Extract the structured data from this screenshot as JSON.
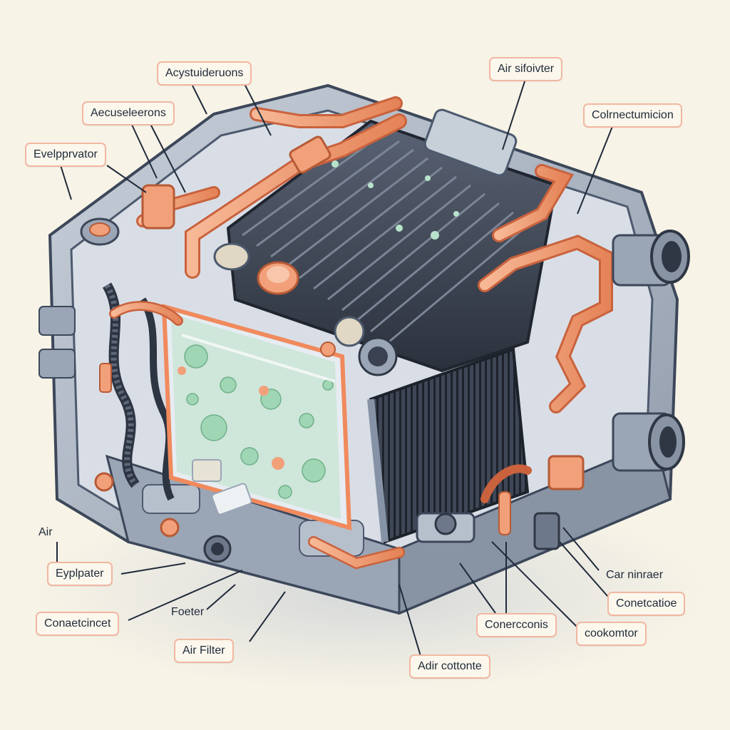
{
  "labels": {
    "top_left_1": "Acystuideruons",
    "top_left_2": "Aecuseleerons",
    "left_upper": "Evelpprvator",
    "top_right_1": "Air sifoivter",
    "right_upper": "Colrnectumicion",
    "left_lower_1": "Air",
    "left_lower_2": "Eyplpater",
    "left_lower_3": "Conaetcincet",
    "bottom_1": "Foeter",
    "bottom_2": "Air Filter",
    "bottom_3": "Adir cottonte",
    "bottom_4": "Conercconis",
    "right_lower_1": "Car ninraer",
    "right_lower_2": "Conetcatioe",
    "right_lower_3": "cookomtor"
  },
  "colors": {
    "background": "#f7f3e6",
    "label_border": "#f2b7a2",
    "housing": "#aab4c2",
    "housing_dark": "#4d5a6e",
    "pipe": "#f2a07a",
    "pipe_dark": "#c9623d",
    "coil": "#3a4150",
    "filter_green": "#9fd6b4",
    "ink": "#1f2a3a"
  }
}
